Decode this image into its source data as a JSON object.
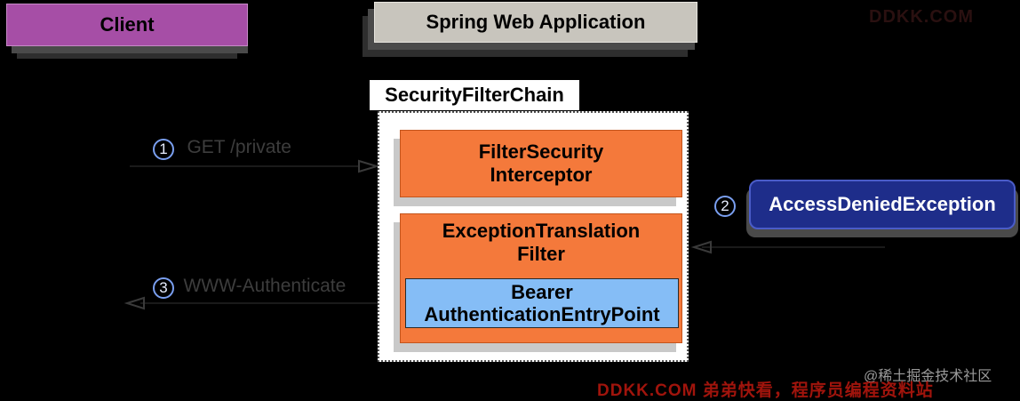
{
  "nodes": {
    "client": "Client",
    "spring_app": "Spring Web Application",
    "security_filter_chain": "SecurityFilterChain",
    "filter_security_interceptor": [
      "FilterSecurity",
      "Interceptor"
    ],
    "exception_translation_filter": [
      "ExceptionTranslation",
      "Filter"
    ],
    "bearer_entry_point": [
      "Bearer",
      "AuthenticationEntryPoint"
    ],
    "access_denied_exception": "AccessDeniedException"
  },
  "steps": [
    {
      "number": "1",
      "label": "GET /private"
    },
    {
      "number": "2",
      "label": ""
    },
    {
      "number": "3",
      "label": "WWW-Authenticate"
    }
  ],
  "watermark": "DDKK.COM",
  "credit": "@稀土掘金技术社区",
  "footer_mark": "DDKK.COM 弟弟快看，程序员编程资料站",
  "colors": {
    "background": "#000000",
    "client": "#a64ea6",
    "spring_app": "#c8c5bd",
    "filter": "#f4793b",
    "entry_point": "#85bdf6",
    "exception": "#1e2d8a"
  }
}
